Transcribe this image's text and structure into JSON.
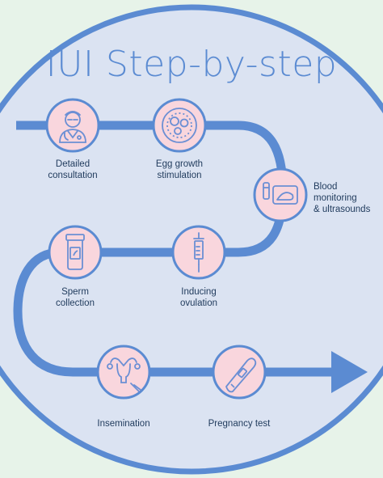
{
  "title": "IUI Step-by-step",
  "colors": {
    "page_bg": "#e7f3e9",
    "circle_bg": "#dbe3f2",
    "ring": "#5b8bd2",
    "path": "#5b8bd2",
    "node_fill": "#f9d6dd",
    "icon_stroke": "#6b8fd4",
    "text": "#1f3a5c"
  },
  "steps": [
    {
      "id": "consultation",
      "icon": "doctor-icon",
      "lines": [
        "Detailed",
        "consultation"
      ]
    },
    {
      "id": "egg-growth",
      "icon": "egg-cells-icon",
      "lines": [
        "Egg growth",
        "stimulation"
      ]
    },
    {
      "id": "blood-monitoring",
      "icon": "ultrasound-icon",
      "lines": [
        "Blood",
        "monitoring",
        "& ultrasounds"
      ]
    },
    {
      "id": "inducing-ovulation",
      "icon": "syringe-icon",
      "lines": [
        "Inducing",
        "ovulation"
      ]
    },
    {
      "id": "sperm-collection",
      "icon": "specimen-jar-icon",
      "lines": [
        "Sperm",
        "collection"
      ]
    },
    {
      "id": "insemination",
      "icon": "uterus-icon",
      "lines": [
        "Insemination"
      ]
    },
    {
      "id": "pregnancy-test",
      "icon": "pregnancy-test-icon",
      "lines": [
        "Pregnancy test"
      ]
    }
  ]
}
